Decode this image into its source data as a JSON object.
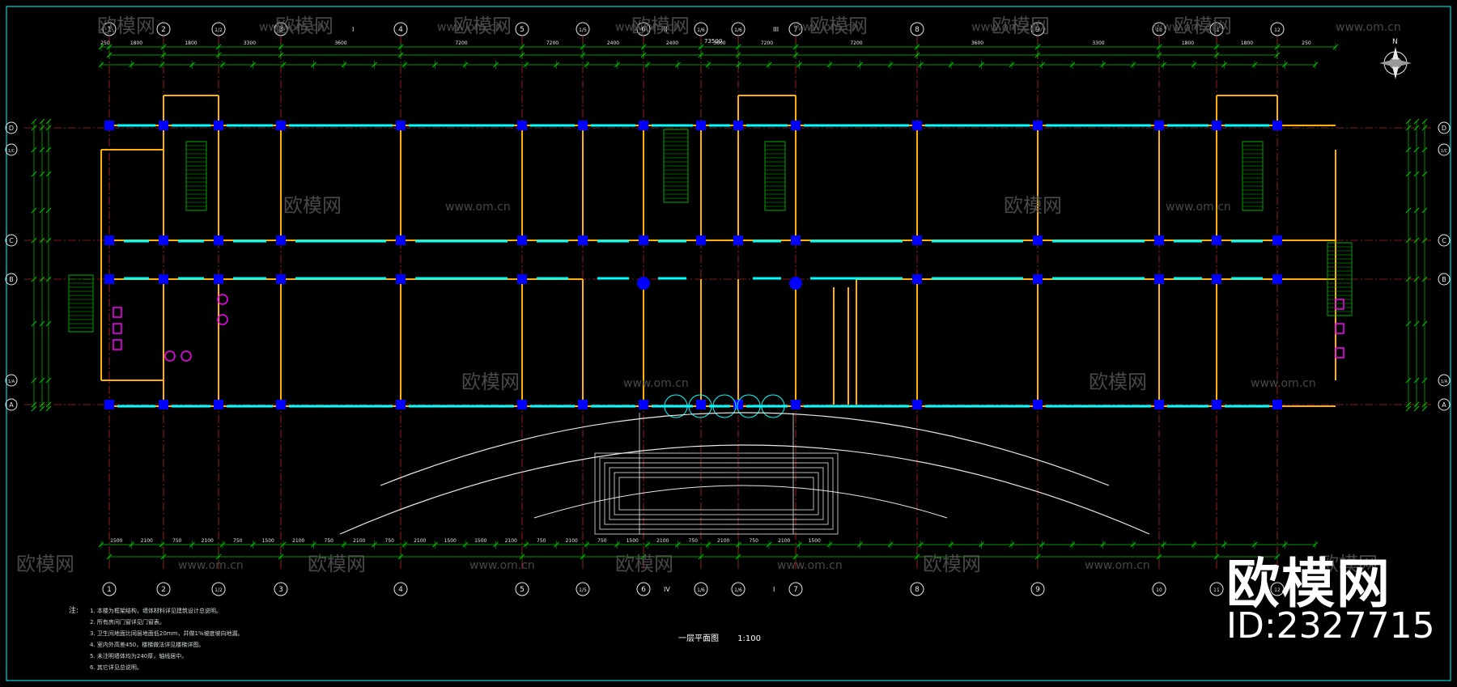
{
  "drawing": {
    "title": "一层平面图",
    "scale": "1:100",
    "north_label": "N"
  },
  "watermark": {
    "brand": "欧模网",
    "site": "www.om.cn",
    "id_text": "ID:2327715"
  },
  "grid_axes": {
    "columns": [
      "1",
      "2",
      "1/2",
      "3",
      "4",
      "5",
      "1/5",
      "6",
      "1/6",
      "1/6",
      "7",
      "8",
      "9",
      "10",
      "11",
      "12"
    ],
    "rows": [
      "D",
      "1/C",
      "C",
      "B",
      "1/A",
      "A"
    ]
  },
  "dimensions": {
    "overall_width": "73500",
    "top_chain": [
      "250",
      "1800",
      "1800",
      "3300",
      "3600",
      "7200",
      "7200",
      "2400",
      "2400",
      "3600",
      "7200",
      "7200",
      "3600",
      "3300",
      "1800",
      "1800",
      "250"
    ],
    "bottom_chain": [
      "1500",
      "2100",
      "750",
      "2100",
      "750",
      "1500",
      "2100",
      "750",
      "2100",
      "750",
      "2100",
      "1500"
    ]
  },
  "section_marks": [
    "I",
    "II",
    "III",
    "IV"
  ],
  "notes": {
    "label": "注:",
    "items": [
      "1. 本楼为框架结构，墙体材料详见建筑设计总说明。",
      "2. 所有房间门窗详见门窗表。",
      "3. 卫生间地面比同层地面低20mm，并做1%坡度坡向地漏。",
      "4. 室内外高差450，楼梯做法详见楼梯详图。",
      "5. 未注明墙体均为240厚，轴线居中。",
      "6. 其它详见总说明。"
    ]
  },
  "colors": {
    "background": "#000000",
    "dim_green": "#00c800",
    "wall_orange": "#ffb000",
    "column_blue": "#0000ff",
    "axis_red": "#ff3030",
    "window_cyan": "#00ffff",
    "fixture_magenta": "#ff00ff",
    "bubble_white": "#e8e8e8"
  }
}
